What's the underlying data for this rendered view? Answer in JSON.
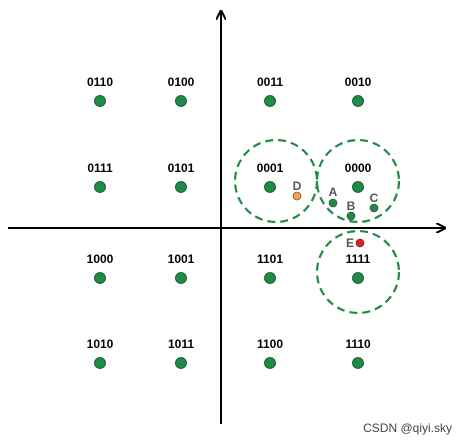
{
  "constellation": [
    {
      "code": "0110"
    },
    {
      "code": "0100"
    },
    {
      "code": "0011"
    },
    {
      "code": "0010"
    },
    {
      "code": "0111"
    },
    {
      "code": "0101"
    },
    {
      "code": "0001"
    },
    {
      "code": "0000"
    },
    {
      "code": "1000"
    },
    {
      "code": "1001"
    },
    {
      "code": "1101"
    },
    {
      "code": "1111"
    },
    {
      "code": "1010"
    },
    {
      "code": "1011"
    },
    {
      "code": "1100"
    },
    {
      "code": "1110"
    }
  ],
  "received_points": [
    {
      "label": "A",
      "color": "#1e8c45"
    },
    {
      "label": "B",
      "color": "#1e8c45"
    },
    {
      "label": "C",
      "color": "#1e8c45"
    },
    {
      "label": "D",
      "color": "#f4a04b"
    },
    {
      "label": "E",
      "color": "#e0231f"
    }
  ],
  "colors": {
    "constellation_point": "#1e8c45",
    "decision_circle": "#1e8c45",
    "axis": "#000000"
  },
  "decision_regions_shown": [
    "0001",
    "0000",
    "1111"
  ],
  "watermark": "CSDN @qiyi.sky"
}
